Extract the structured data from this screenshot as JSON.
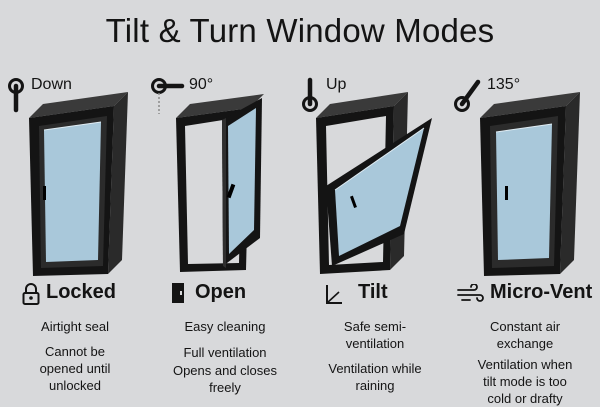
{
  "title": "Tilt & Turn Window Modes",
  "colors": {
    "background": "#d8d9db",
    "frame": "#141414",
    "glass": "#a9c8da",
    "text": "#141414"
  },
  "modes": [
    {
      "handle_icon": "handle-down-icon",
      "handle_position": "Down",
      "mode_icon": "lock-icon",
      "mode_name": "Locked",
      "lines": [
        "Airtight seal",
        "Cannot be\nopened until\nunlocked"
      ]
    },
    {
      "handle_icon": "handle-horizontal-icon",
      "handle_position": "90°",
      "mode_icon": "door-icon",
      "mode_name": "Open",
      "lines": [
        "Easy cleaning",
        "Full ventilation",
        "Opens and closes\nfreely"
      ]
    },
    {
      "handle_icon": "handle-up-icon",
      "handle_position": "Up",
      "mode_icon": "tilt-angle-icon",
      "mode_name": "Tilt",
      "lines": [
        "Safe semi-\nventilation",
        "Ventilation while\nraining"
      ]
    },
    {
      "handle_icon": "handle-diagonal-icon",
      "handle_position": "135°",
      "mode_icon": "wind-icon",
      "mode_name": "Micro-Vent",
      "lines": [
        "Constant air\nexchange",
        "Ventilation when\ntilt mode is too\ncold or drafty"
      ]
    }
  ]
}
